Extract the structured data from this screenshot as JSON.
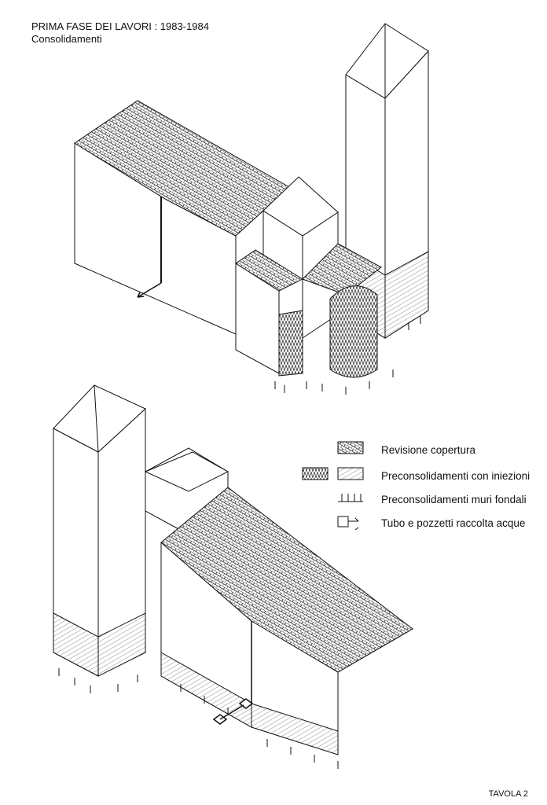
{
  "header": {
    "title": "PRIMA FASE DEI LAVORI : 1983-1984",
    "subtitle": "Consolidamenti"
  },
  "legend": [
    {
      "icon": "roof-tiles-pattern",
      "label": "Revisione copertura"
    },
    {
      "icon": "injection-hatch-pattern",
      "label": "Preconsolidamenti con iniezioni"
    },
    {
      "icon": "foundation-ticks",
      "label": "Preconsolidamenti muri fondali"
    },
    {
      "icon": "pipe-manhole",
      "label": "Tubo e pozzetti raccolta acque"
    }
  ],
  "footer": {
    "sheet": "TAVOLA 2"
  }
}
